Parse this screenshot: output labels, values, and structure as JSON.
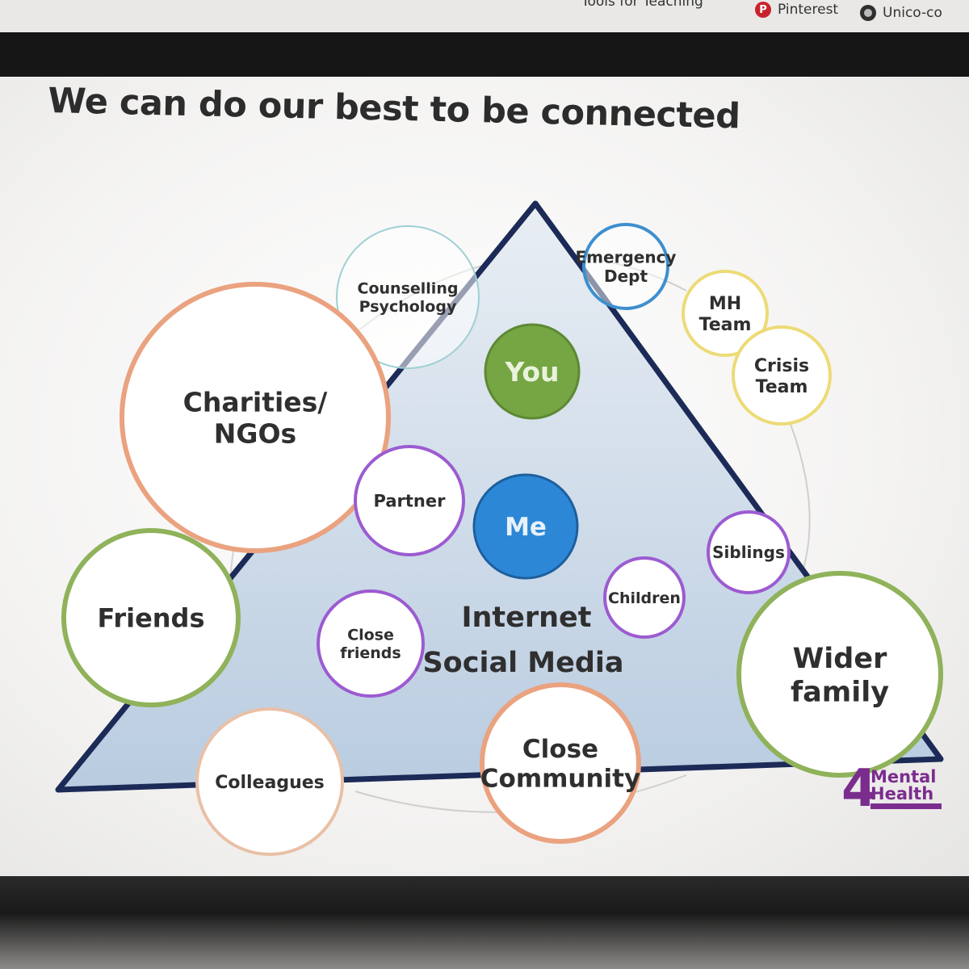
{
  "bookmarks": [
    {
      "label": "Tools for Teaching",
      "icon": "bookmark-icon"
    },
    {
      "label": "Pinterest",
      "icon": "pinterest-icon"
    },
    {
      "label": "Unico-co",
      "icon": "globe-icon"
    }
  ],
  "slide": {
    "title": "We can do our best to be connected",
    "center_label": [
      "Internet",
      "Social Media"
    ]
  },
  "nodes": {
    "you": {
      "lines": [
        "You"
      ]
    },
    "me": {
      "lines": [
        "Me"
      ]
    },
    "counselling": {
      "lines": [
        "Counselling",
        "Psychology"
      ]
    },
    "emergency": {
      "lines": [
        "Emergency",
        "Dept"
      ]
    },
    "mh_team": {
      "lines": [
        "MH",
        "Team"
      ]
    },
    "crisis": {
      "lines": [
        "Crisis",
        "Team"
      ]
    },
    "charities": {
      "lines": [
        "Charities/",
        "NGOs"
      ]
    },
    "partner": {
      "lines": [
        "Partner"
      ]
    },
    "siblings": {
      "lines": [
        "Siblings"
      ]
    },
    "children": {
      "lines": [
        "Children"
      ]
    },
    "friends": {
      "lines": [
        "Friends"
      ]
    },
    "close_friends": {
      "lines": [
        "Close",
        "friends"
      ]
    },
    "wider_family": {
      "lines": [
        "Wider",
        "family"
      ]
    },
    "colleagues": {
      "lines": [
        "Colleagues"
      ]
    },
    "close_community": {
      "lines": [
        "Close",
        "Community"
      ]
    }
  },
  "colors": {
    "green": "#8fb25a",
    "purple": "#9c5bd1",
    "orange": "#eaa27f",
    "peach": "#e9c0a6",
    "yellow": "#ecdb77",
    "blue": "#3d8fcf",
    "teal": "#9fd0d3",
    "you_fill": "#76a544",
    "me_fill": "#2c88d6",
    "triangle_stroke": "#1b2a57"
  },
  "logo": {
    "number": "4",
    "line1": "Mental",
    "line2": "Health"
  }
}
